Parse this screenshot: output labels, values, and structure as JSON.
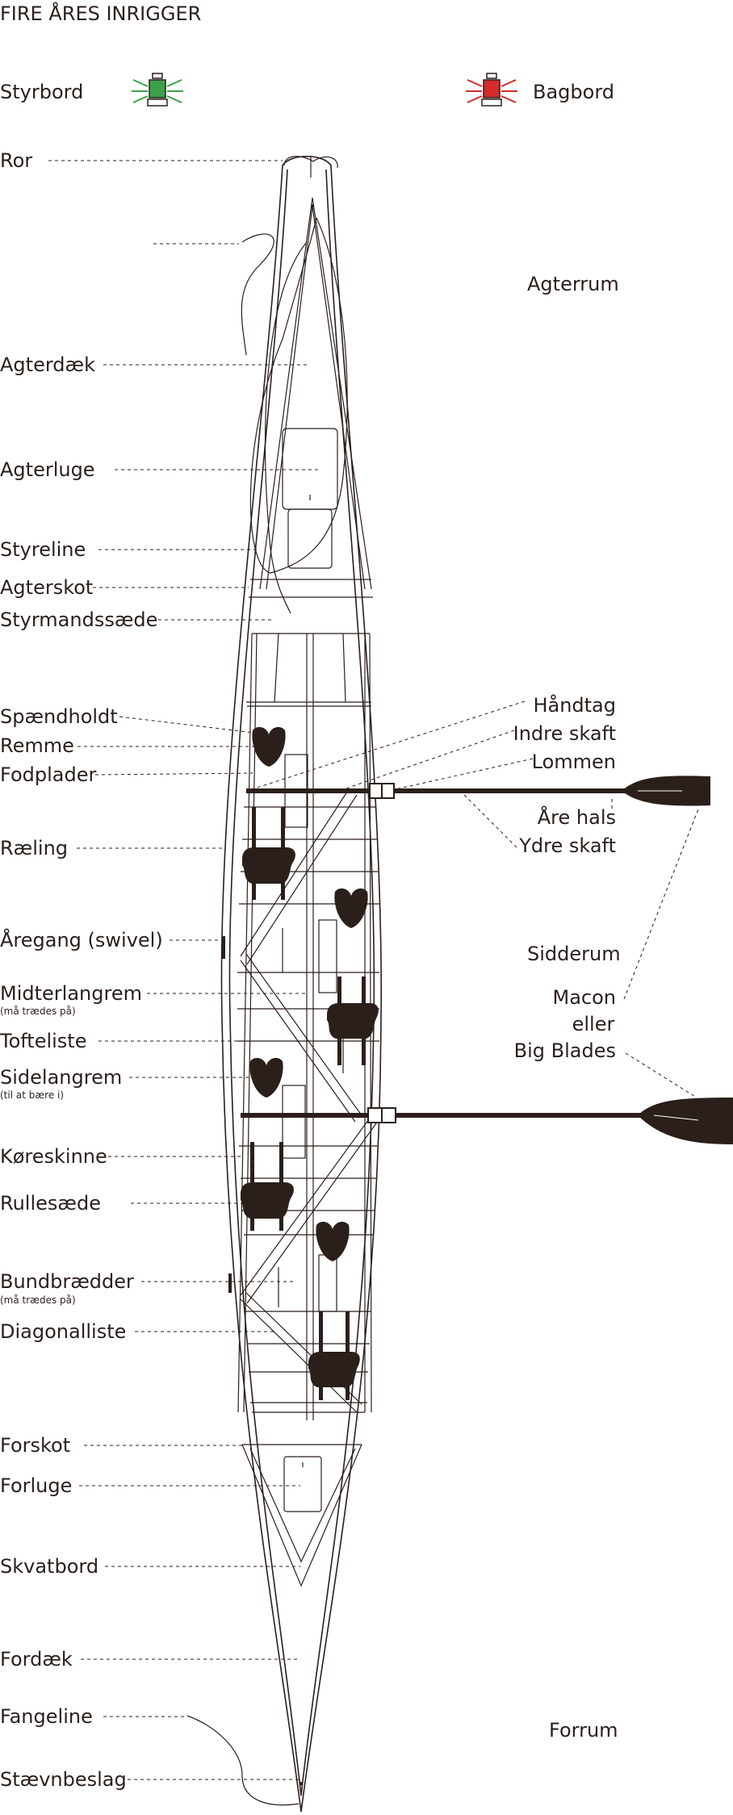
{
  "title": "FIRE ÅRES INRIGGER",
  "colors": {
    "ink": "#2a1f1b",
    "starboard_light": "#3aa14a",
    "port_light": "#d42a2a"
  },
  "icons": {
    "starboard": "green-navigation-light-icon",
    "port": "red-navigation-light-icon"
  },
  "sides": {
    "starboard": "Styrbord",
    "port": "Bagbord"
  },
  "zones": {
    "aft": "Agterrum",
    "mid": "Sidderum",
    "fore": "Forrum"
  },
  "left_labels": {
    "ror": "Ror",
    "agterdaek": "Agterdæk",
    "agterluge": "Agterluge",
    "styreline": "Styreline",
    "agterskot": "Agterskot",
    "styrmandssaede": "Styrmandssæde",
    "spaendholdt": "Spændholdt",
    "remme": "Remme",
    "fodplader": "Fodplader",
    "raeling": "Ræling",
    "aregang": "Åregang (swivel)",
    "midterlangrem": "Midterlangrem",
    "midterlangrem_note": "(må trædes på)",
    "tofteliste": "Tofteliste",
    "sidelangrem": "Sidelangrem",
    "sidelangrem_note": "(til at bære i)",
    "koreskinne": "Køreskinne",
    "rullesaede": "Rullesæde",
    "bundbraedder": "Bundbrædder",
    "bundbraedder_note": "(må trædes på)",
    "diagonalliste": "Diagonalliste",
    "forskot": "Forskot",
    "forluge": "Forluge",
    "skvatbord": "Skvatbord",
    "fordaek": "Fordæk",
    "fangeline": "Fangeline",
    "staevnbeslag": "Stævnbeslag"
  },
  "right_labels": {
    "handtag": "Håndtag",
    "indre_skaft": "Indre skaft",
    "lommen": "Lommen",
    "are_hals": "Åre hals",
    "ydre_skaft": "Ydre skaft",
    "macon_1": "Macon",
    "macon_2": "eller",
    "macon_3": "Big Blades"
  }
}
